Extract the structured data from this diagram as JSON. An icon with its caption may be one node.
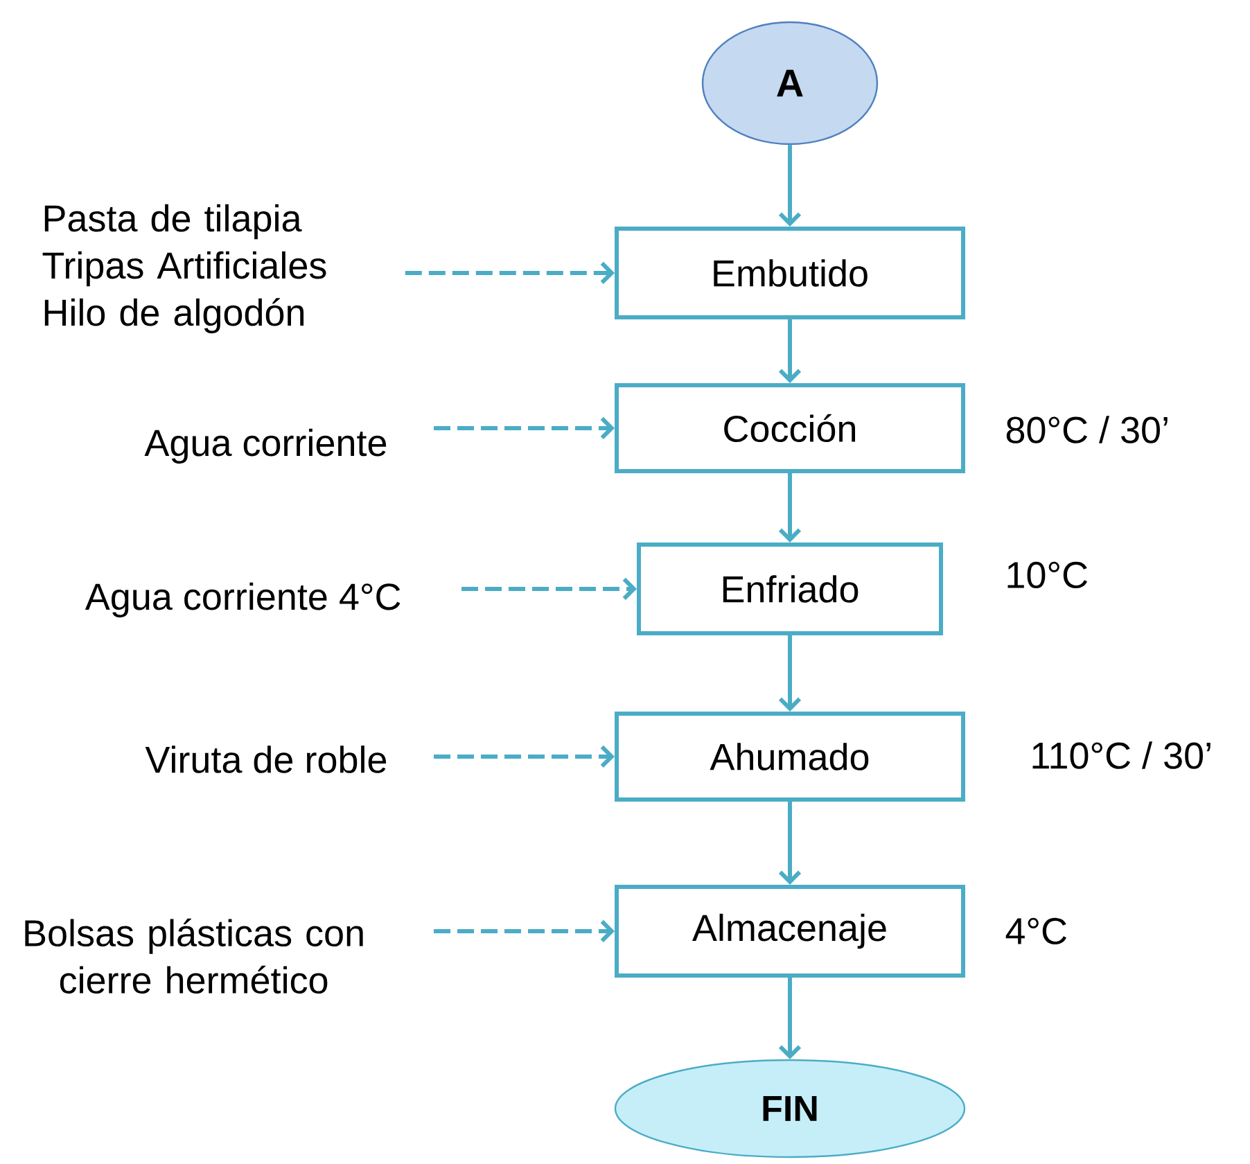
{
  "diagram": {
    "nodes": [
      {
        "text": [
          "A"
        ]
      },
      {
        "text": [
          "Pasta de tilapia Tripas Artificiales Hilo de algodón"
        ]
      },
      {
        "text": [
          "Embutido"
        ]
      },
      {
        "text": [
          "Agua corriente"
        ]
      },
      {
        "text": [
          "Cocción"
        ],
        "beside": [
          "80°C / 30’"
        ]
      },
      {
        "text": [
          "Agua corriente  4°C"
        ]
      },
      {
        "text": [
          "Enfriado"
        ],
        "beside": [
          "10°C"
        ]
      },
      {
        "text": [
          "Viruta de roble"
        ]
      },
      {
        "text": [
          "Ahumado"
        ],
        "beside": [
          "110°C / 30’"
        ]
      },
      {
        "text": [
          "Bolsas plásticas con cierre hermético"
        ]
      },
      {
        "text": [
          "Almacenaje"
        ],
        "beside": [
          "4°C"
        ]
      },
      {
        "text": [
          "FIN"
        ]
      }
    ],
    "edges": [
      {
        "from": 0,
        "to": 2,
        "arrow": "to"
      },
      {
        "from": 1,
        "to": 2,
        "arrow": "to",
        "style": "dashed"
      },
      {
        "from": 2,
        "to": 4,
        "arrow": "to"
      },
      {
        "from": 3,
        "to": 4,
        "arrow": "to",
        "style": "dashed"
      },
      {
        "from": 4,
        "to": 6,
        "arrow": "to"
      },
      {
        "from": 5,
        "to": 6,
        "arrow": "to",
        "style": "dashed"
      },
      {
        "from": 6,
        "to": 8,
        "arrow": "to"
      },
      {
        "from": 7,
        "to": 8,
        "arrow": "to",
        "style": "dashed"
      },
      {
        "from": 8,
        "to": 10,
        "arrow": "to"
      },
      {
        "from": 9,
        "to": 10,
        "arrow": "to",
        "style": "dashed"
      },
      {
        "from": 10,
        "to": 11,
        "arrow": "to"
      }
    ]
  }
}
